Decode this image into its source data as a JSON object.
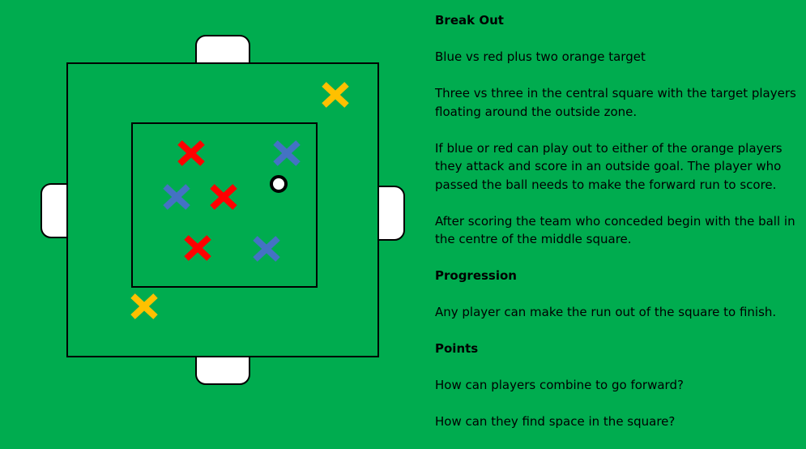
{
  "colors": {
    "background": "#00AC4F",
    "line": "#000000",
    "goal": "#FFFFFF",
    "red_player": "#FF0000",
    "blue_player": "#4472C4",
    "orange_player": "#FFC000",
    "ball": "#FFFFFF"
  },
  "diagram": {
    "goals": [
      {
        "side": "top"
      },
      {
        "side": "bottom"
      },
      {
        "side": "left"
      },
      {
        "side": "right"
      }
    ],
    "players": [
      {
        "team": "orange",
        "zone": "outside-top-right"
      },
      {
        "team": "orange",
        "zone": "outside-bottom-left"
      },
      {
        "team": "red",
        "zone": "central-square"
      },
      {
        "team": "red",
        "zone": "central-square"
      },
      {
        "team": "red",
        "zone": "central-square"
      },
      {
        "team": "blue",
        "zone": "central-square"
      },
      {
        "team": "blue",
        "zone": "central-square"
      },
      {
        "team": "blue",
        "zone": "central-square"
      }
    ],
    "ball_icon": "football-icon"
  },
  "text": {
    "title": "Break Out",
    "intro": "Blue vs red plus two orange target",
    "paragraph_1": "Three vs three in the central square with the target players floating around the outside zone.",
    "paragraph_2": "If blue or red can play out to either of the orange players they attack and score in an outside goal. The player who passed the ball needs to make the forward run to score.",
    "paragraph_3": "After scoring the team who conceded begin with the ball in the centre of the middle square.",
    "progression_heading": "Progression",
    "progression_text": "Any player can make the run out of the square to finish.",
    "points_heading": "Points",
    "point_1": "How can players combine to go forward?",
    "point_2": "How can they find space in the square?"
  }
}
